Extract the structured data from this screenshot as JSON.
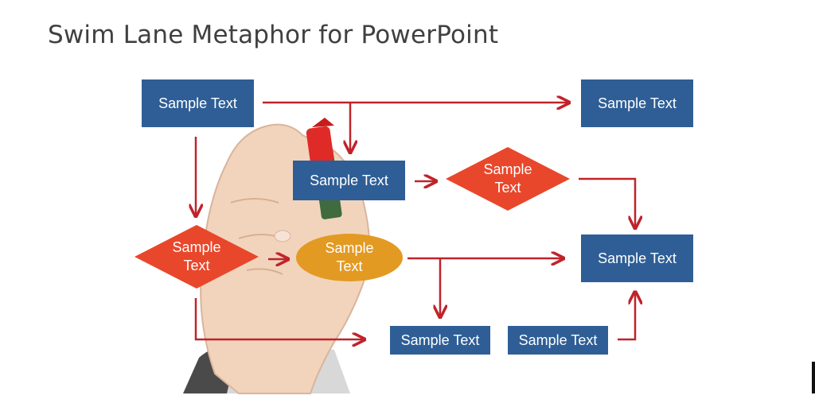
{
  "title": "Swim Lane Metaphor for PowerPoint",
  "colors": {
    "box": "#2e5e95",
    "decision": "#e8472b",
    "ellipse": "#e39a22",
    "arrow": "#c0232b",
    "skin": "#f2d4bd",
    "marker": "#e02a28"
  },
  "nodes": {
    "n1": "Sample Text",
    "n2": "Sample Text",
    "n3": "Sample Text",
    "d1": [
      "Sample",
      "Text"
    ],
    "d2": [
      "Sample",
      "Text"
    ],
    "e1": [
      "Sample",
      "Text"
    ],
    "n4": "Sample Text",
    "n5": "Sample Text",
    "n6": "Sample Text"
  }
}
